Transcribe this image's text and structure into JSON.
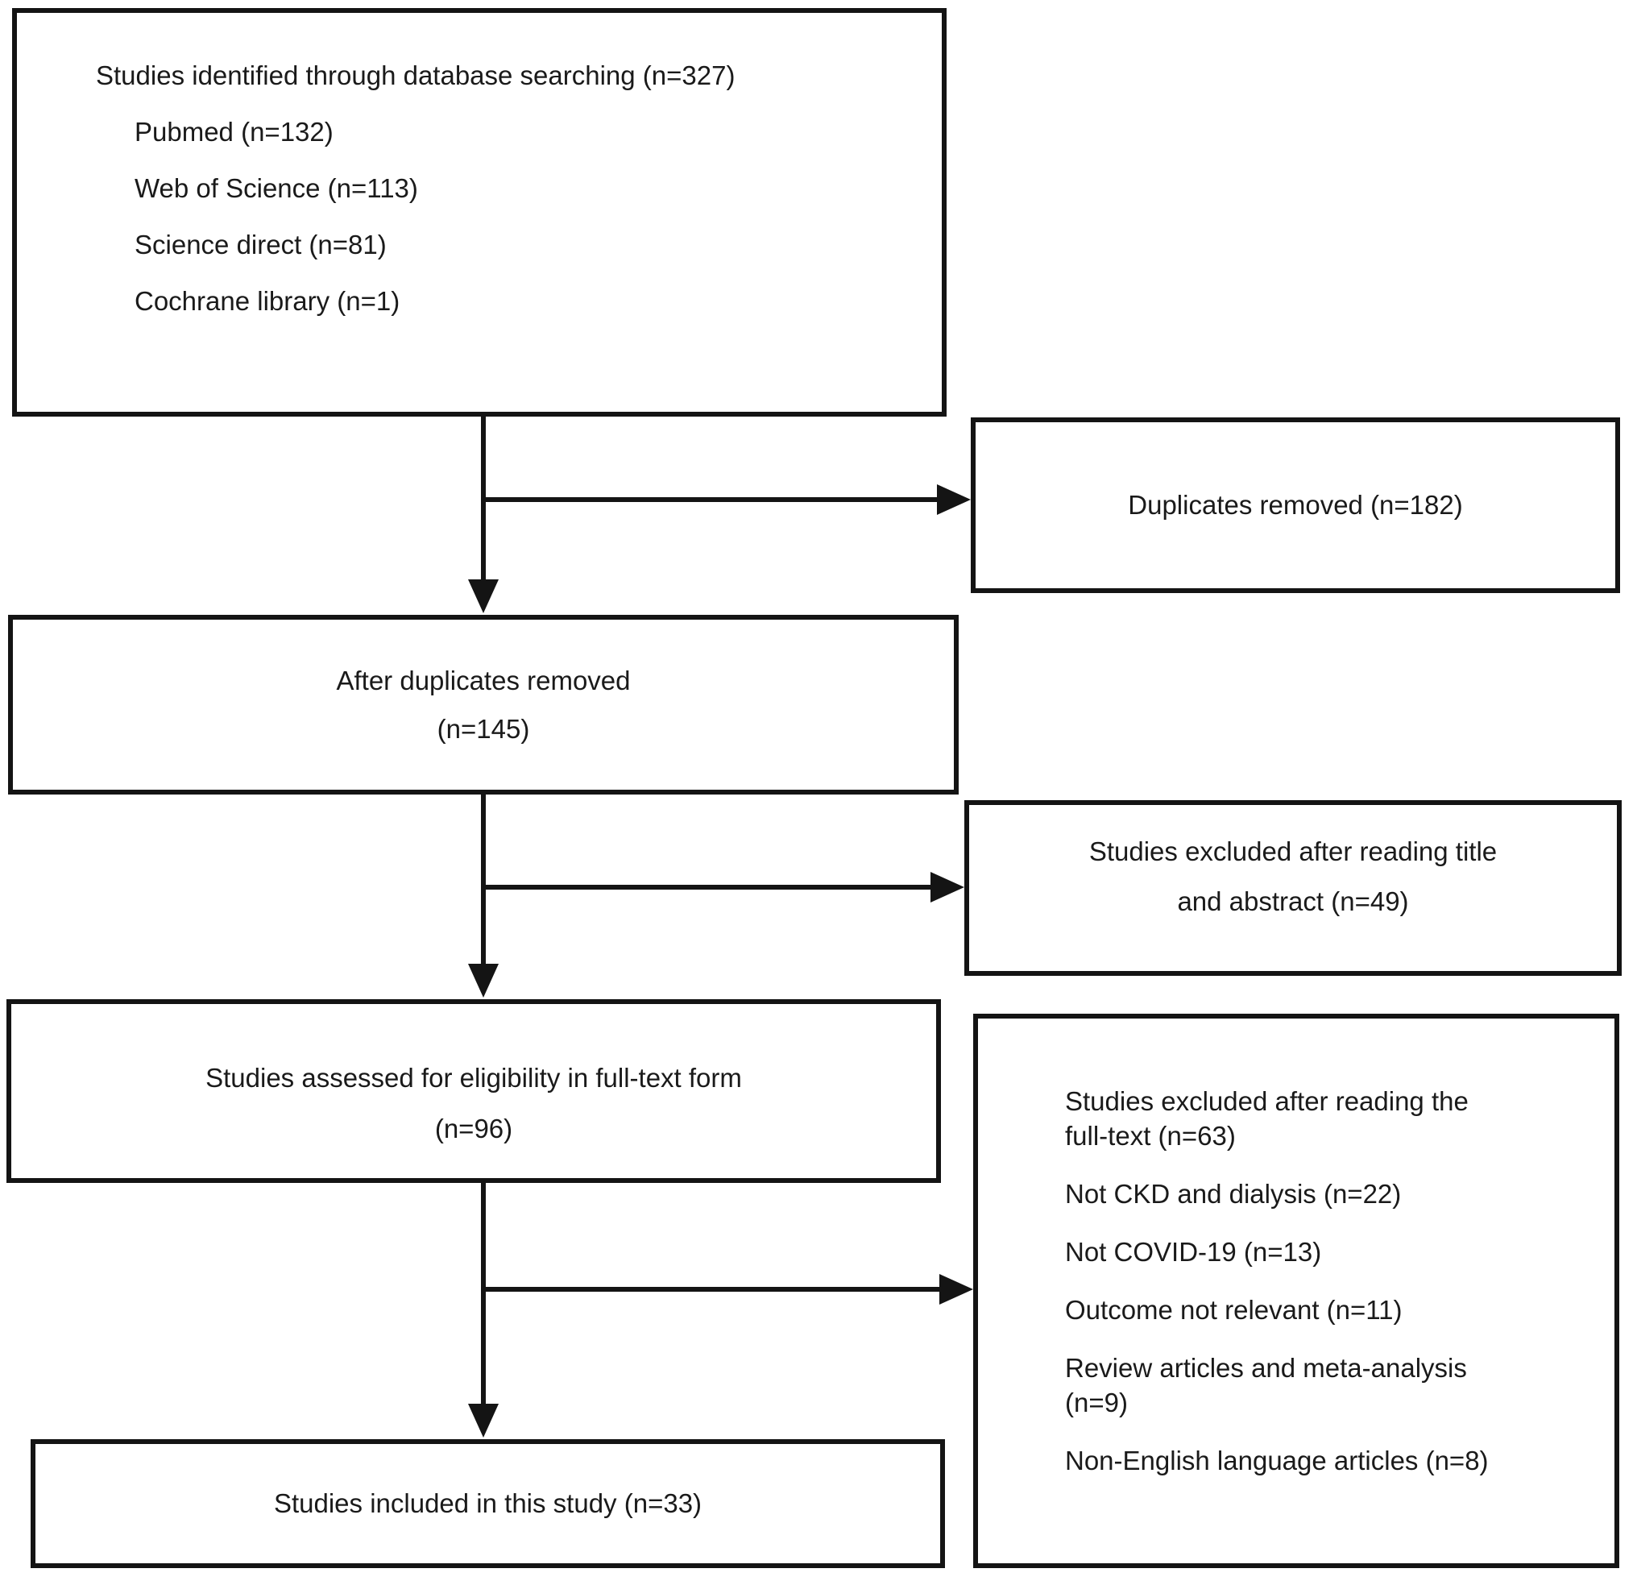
{
  "colors": {
    "border": "#141414",
    "text": "#1a1a1a",
    "background": "#ffffff"
  },
  "boxes": {
    "identified": {
      "title": "Studies identified through database searching (n=327)",
      "sources": [
        "Pubmed (n=132)",
        "Web of Science (n=113)",
        "Science direct (n=81)",
        "Cochrane library (n=1)"
      ]
    },
    "duplicates_removed": {
      "lines": [
        "Duplicates removed (n=182)"
      ]
    },
    "after_duplicates": {
      "lines": [
        "After duplicates removed",
        "(n=145)"
      ]
    },
    "excluded_title_abstract": {
      "lines": [
        "Studies excluded after reading title",
        "and abstract (n=49)"
      ]
    },
    "assessed_fulltext": {
      "lines": [
        "Studies assessed for eligibility in full-text form",
        "(n=96)"
      ]
    },
    "excluded_fulltext": {
      "items": [
        {
          "lines": [
            "Studies excluded after reading the",
            "full-text (n=63)"
          ]
        },
        {
          "lines": [
            "Not CKD and dialysis (n=22)"
          ]
        },
        {
          "lines": [
            "Not COVID-19 (n=13)"
          ]
        },
        {
          "lines": [
            "Outcome not relevant (n=11)"
          ]
        },
        {
          "lines": [
            "Review articles and meta-analysis",
            "(n=9)"
          ]
        },
        {
          "lines": [
            "Non-English language articles (n=8)"
          ]
        }
      ]
    },
    "included": {
      "lines": [
        "Studies included in this study (n=33)"
      ]
    }
  }
}
